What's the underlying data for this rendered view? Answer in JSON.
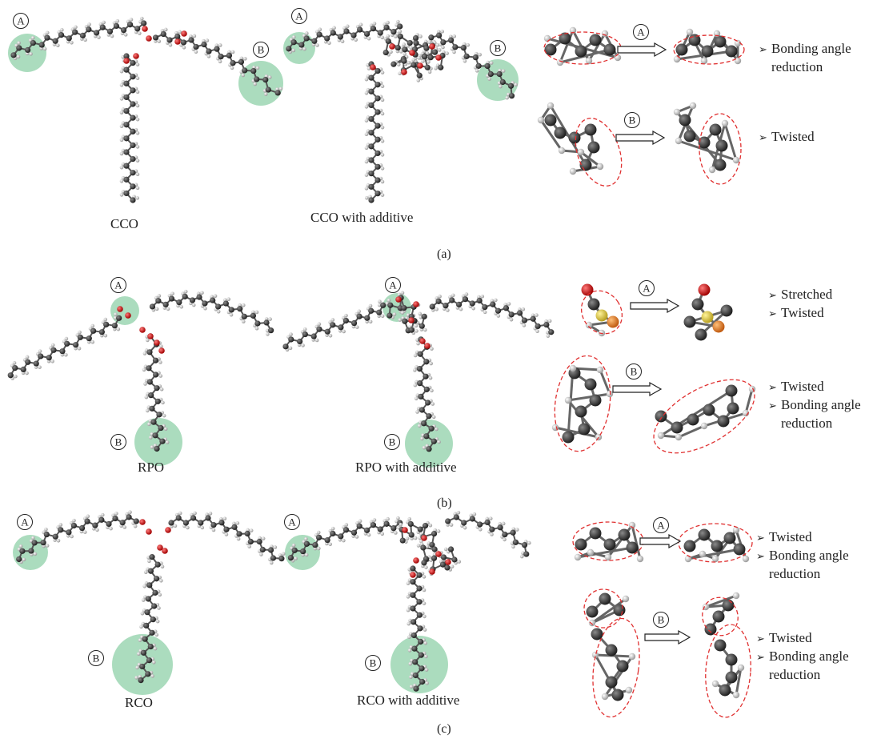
{
  "panel_a": {
    "caption": "(a)",
    "label_left": "CCO",
    "label_right": "CCO with additive",
    "marker_a": "A",
    "marker_b": "B",
    "change_a": [
      "Bonding angle",
      "reduction"
    ],
    "change_b": [
      "Twisted"
    ]
  },
  "panel_b": {
    "caption": "(b)",
    "label_left": "RPO",
    "label_right": "RPO with additive",
    "marker_a": "A",
    "marker_b": "B",
    "change_a": [
      "Stretched",
      "Twisted"
    ],
    "change_b": [
      "Twisted",
      "Bonding angle",
      "reduction"
    ]
  },
  "panel_c": {
    "caption": "(c)",
    "label_left": "RCO",
    "label_right": "RCO with additive",
    "marker_a": "A",
    "marker_b": "B",
    "change_a": [
      "Twisted",
      "Bonding angle",
      "reduction"
    ],
    "change_b": [
      "Twisted",
      "Bonding angle",
      "reduction"
    ]
  },
  "colors": {
    "carbon": "#3a3a3a",
    "hydrogen": "#d8d8d8",
    "oxygen": "#cc1f1f",
    "highlight": "#8fd0a8",
    "dashed_ellipse": "#e03030",
    "sulfur": "#d6c23a",
    "sulfur_alt": "#e07a2a"
  }
}
